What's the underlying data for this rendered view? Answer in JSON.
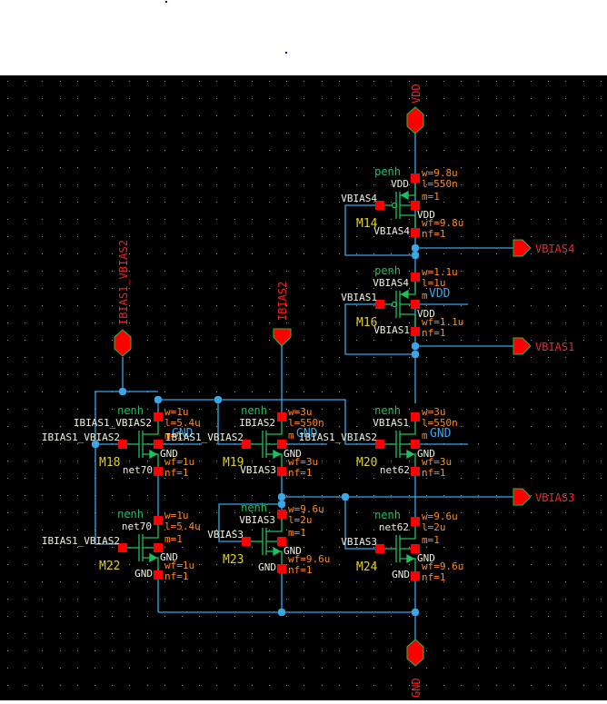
{
  "colors": {
    "background": "#000000",
    "grid_dot": "#9a9aaa",
    "wire": "#39a7e8",
    "pin_box": "#ff0000",
    "pin_label": "#ff2020",
    "pin_outline": "#22bb44",
    "device_symbol": "#1fbf5f",
    "model_label": "#1fbf5f",
    "instance_label": "#e0d020",
    "param_text": "#ff8a1e",
    "terminal_net_text": "#f0f0e0",
    "wire_label": "#39a7e8"
  },
  "pins": [
    {
      "name": "VDD",
      "direction": "inout"
    },
    {
      "name": "IBIAS1_VBIAS2",
      "direction": "inout"
    },
    {
      "name": "IBIAS2",
      "direction": "input"
    },
    {
      "name": "VBIAS4",
      "direction": "output"
    },
    {
      "name": "VBIAS1",
      "direction": "output"
    },
    {
      "name": "VBIAS3",
      "direction": "output"
    },
    {
      "name": "GND",
      "direction": "inout"
    }
  ],
  "wire_labels": [
    "VDD",
    "GND",
    "GND",
    "GND"
  ],
  "devices": [
    {
      "id": "M14",
      "model": "penh",
      "gate": "VBIAS4",
      "drain": "VBIAS4",
      "source": "VDD",
      "bulk": "VDD",
      "w": "w=9.8u",
      "l": "l=550n",
      "m": "m=1",
      "wf": "wf=9.8u",
      "nf": "nf=1"
    },
    {
      "id": "M16",
      "model": "penh",
      "gate": "VBIAS1",
      "drain": "VBIAS1",
      "source": "VBIAS4",
      "bulk": "VDD",
      "w": "w=1.1u",
      "l": "l=1u",
      "m": "m",
      "wf": "wf=1.1u",
      "nf": "nf=1"
    },
    {
      "id": "M18",
      "model": "nenh",
      "gate": "IBIAS1_VBIAS2",
      "drain": "IBIAS1_VBIAS2",
      "source": "net70",
      "bulk": "GND",
      "w": "w=1u",
      "l": "l=5.4u",
      "m": "m=1",
      "wf": "wf=1u",
      "nf": "nf=1"
    },
    {
      "id": "M19",
      "model": "nenh",
      "gate": "IBIAS1_VBIAS2",
      "drain": "IBIAS2",
      "source": "VBIAS3",
      "bulk": "GND",
      "w": "w=3u",
      "l": "l=550n",
      "m": "m",
      "wf": "wf=3u",
      "nf": "nf=1"
    },
    {
      "id": "M20",
      "model": "nenh",
      "gate": "IBIAS1_VBIAS2",
      "drain": "VBIAS1",
      "source": "net62",
      "bulk": "GND",
      "w": "w=3u",
      "l": "l=550n",
      "m": "m",
      "wf": "wf=3u",
      "nf": "nf=1"
    },
    {
      "id": "M22",
      "model": "nenh",
      "gate": "IBIAS1_VBIAS2",
      "drain": "net70",
      "source": "GND",
      "bulk": "GND",
      "w": "w=1u",
      "l": "l=5.4u",
      "m": "m=1",
      "wf": "wf=1u",
      "nf": "nf=1"
    },
    {
      "id": "M23",
      "model": "nenh",
      "gate": "VBIAS3",
      "drain": "VBIAS3",
      "source": "GND",
      "bulk": "GND",
      "w": "w=9.6u",
      "l": "l=2u",
      "m": "m=1",
      "wf": "wf=9.6u",
      "nf": "nf=1"
    },
    {
      "id": "M24",
      "model": "nenh",
      "gate": "VBIAS3",
      "drain": "net62",
      "source": "GND",
      "bulk": "GND",
      "w": "w=9.6u",
      "l": "l=2u",
      "m": "m=1",
      "wf": "wf=9.6u",
      "nf": "nf=1"
    }
  ]
}
